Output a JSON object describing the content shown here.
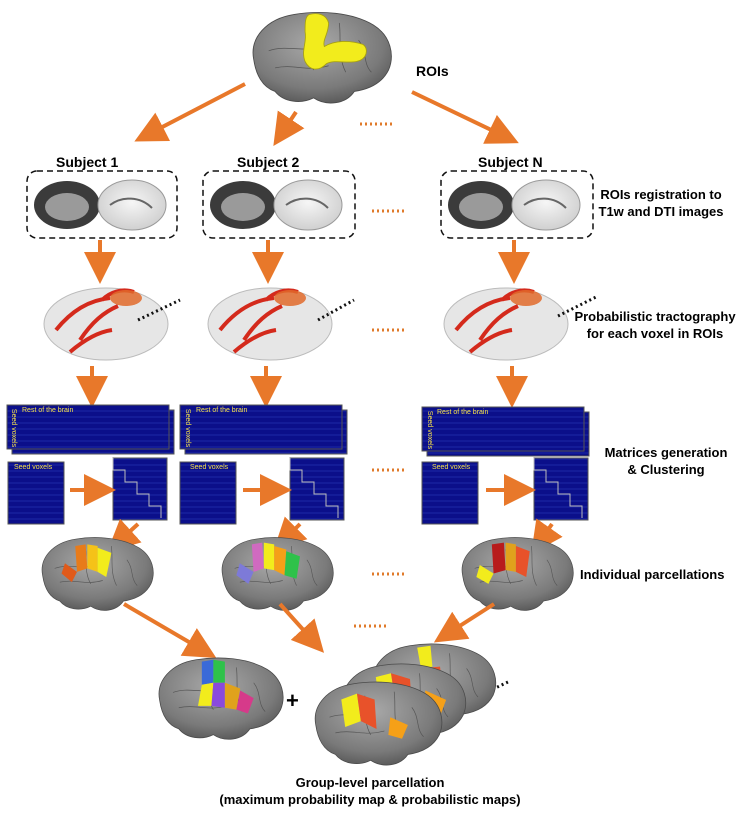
{
  "labels": {
    "rois": "ROIs",
    "subject_1": "Subject 1",
    "subject_2": "Subject 2",
    "subject_n": "Subject N",
    "step_registration_line1": "ROIs registration to",
    "step_registration_line2": "T1w and DTI images",
    "step_tractography_line1": "Probabilistic tractography",
    "step_tractography_line2": "for each voxel in ROIs",
    "step_matrices_line1": "Matrices generation",
    "step_matrices_line2": "& Clustering",
    "step_individual": "Individual parcellations",
    "plus": "+",
    "group_line1": "Group-level parcellation",
    "group_line2": "(maximum probability map & probabilistic maps)",
    "matrix_top_label": "Rest of the brain",
    "matrix_side_label": "Seed voxels",
    "matrix_small_label": "Seed voxels",
    "ellipsis": "......",
    "ellipsis_short": "....."
  },
  "colors": {
    "arrow": "#e8782a",
    "brain_gray": "#7b7b7b",
    "roi_yellow": "#f2ec1c",
    "matrix_blue": "#0b0f8a",
    "tract_red": "#d42a1c"
  }
}
